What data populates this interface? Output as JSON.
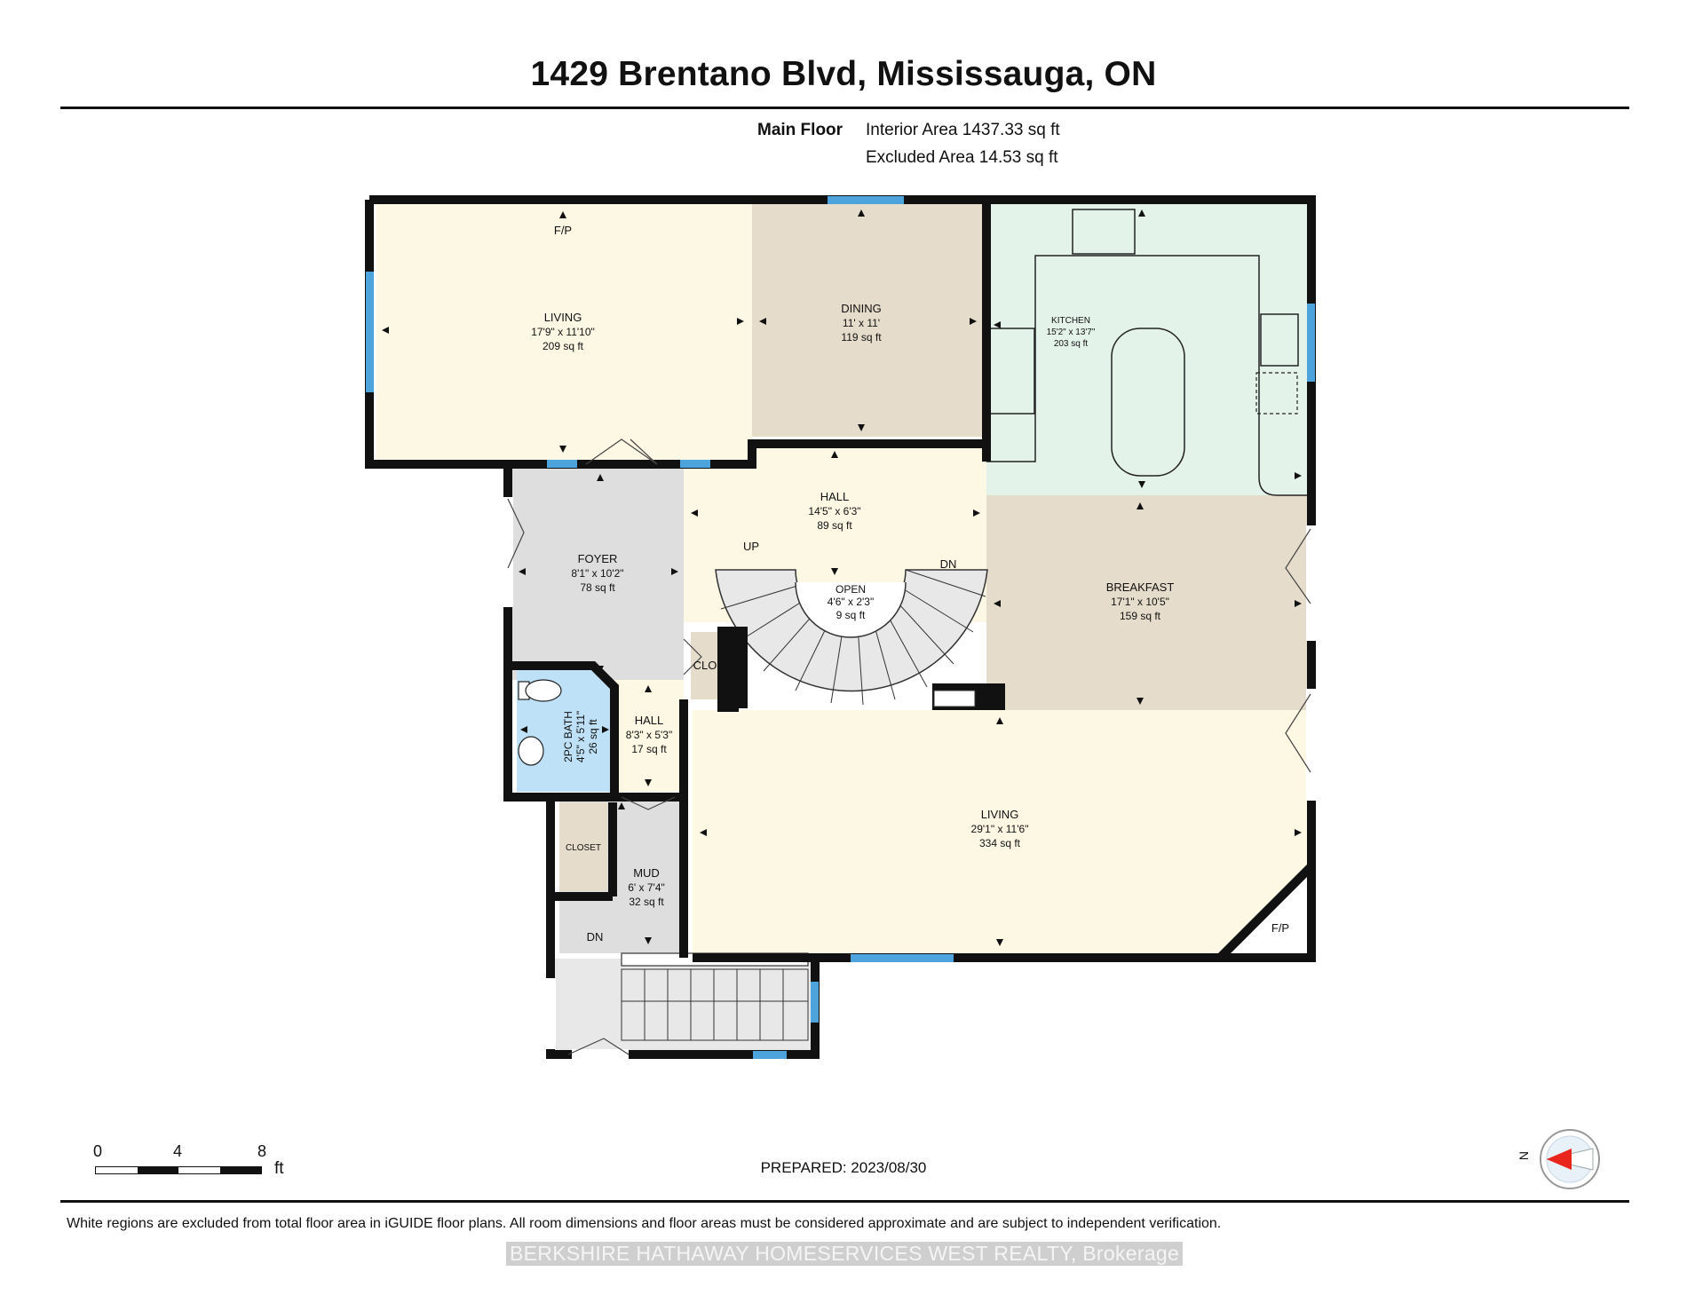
{
  "header": {
    "title": "1429 Brentano Blvd, Mississauga, ON",
    "floor": "Main Floor",
    "interior_area": "Interior Area 1437.33 sq ft",
    "excluded_area": "Excluded Area 14.53 sq ft"
  },
  "rooms": {
    "living_top": {
      "name": "LIVING",
      "dims": "17'9\" x 11'10\"",
      "area": "209 sq ft",
      "fireplace": "F/P"
    },
    "dining": {
      "name": "DINING",
      "dims": "11' x 11'",
      "area": "119 sq ft"
    },
    "kitchen": {
      "name": "KITCHEN",
      "dims": "15'2\" x 13'7\"",
      "area": "203 sq ft"
    },
    "hall_main": {
      "name": "HALL",
      "dims": "14'5\" x 6'3\"",
      "area": "89 sq ft",
      "up": "UP",
      "down": "DN"
    },
    "open": {
      "name": "OPEN",
      "dims": "4'6\" x 2'3\"",
      "area": "9 sq ft"
    },
    "foyer": {
      "name": "FOYER",
      "dims": "8'1\" x 10'2\"",
      "area": "78 sq ft"
    },
    "breakfast": {
      "name": "BREAKFAST",
      "dims": "17'1\" x 10'5\"",
      "area": "159 sq ft"
    },
    "bath": {
      "name": "2PC BATH",
      "dims": "4'5\" x 5'11\"",
      "area": "26 sq ft"
    },
    "hall_small": {
      "name": "HALL",
      "dims": "8'3\" x 5'3\"",
      "area": "17 sq ft"
    },
    "clo": {
      "name": "CLO"
    },
    "closet": {
      "name": "CLOSET"
    },
    "mud": {
      "name": "MUD",
      "dims": "6' x 7'4\"",
      "area": "32 sq ft",
      "down": "DN"
    },
    "living_main": {
      "name": "LIVING",
      "dims": "29'1\" x 11'6\"",
      "area": "334 sq ft",
      "fireplace": "F/P"
    }
  },
  "scale": {
    "labels": [
      "0",
      "4",
      "8"
    ],
    "unit": "ft"
  },
  "compass": {
    "label": "N",
    "pointer_color": "#e8261e"
  },
  "footer": {
    "prepared": "PREPARED: 2023/08/30",
    "disclaimer": "White regions are excluded from total floor area in iGUIDE floor plans. All room dimensions and floor areas must be considered approximate and are subject to independent verification.",
    "brokerage": "BERKSHIRE HATHAWAY HOMESERVICES WEST REALTY, Brokerage"
  },
  "colors": {
    "wall": "#111111",
    "window": "#4da3dc",
    "living": "#fdf8e4",
    "dining": "#e6dccb",
    "kitchen": "#e4f3ea",
    "breakfast": "#e6dccb",
    "foyer": "#dedede",
    "bath": "#bfe1f7",
    "closet": "#e6dccb",
    "stairs": "#e8e8e8"
  }
}
